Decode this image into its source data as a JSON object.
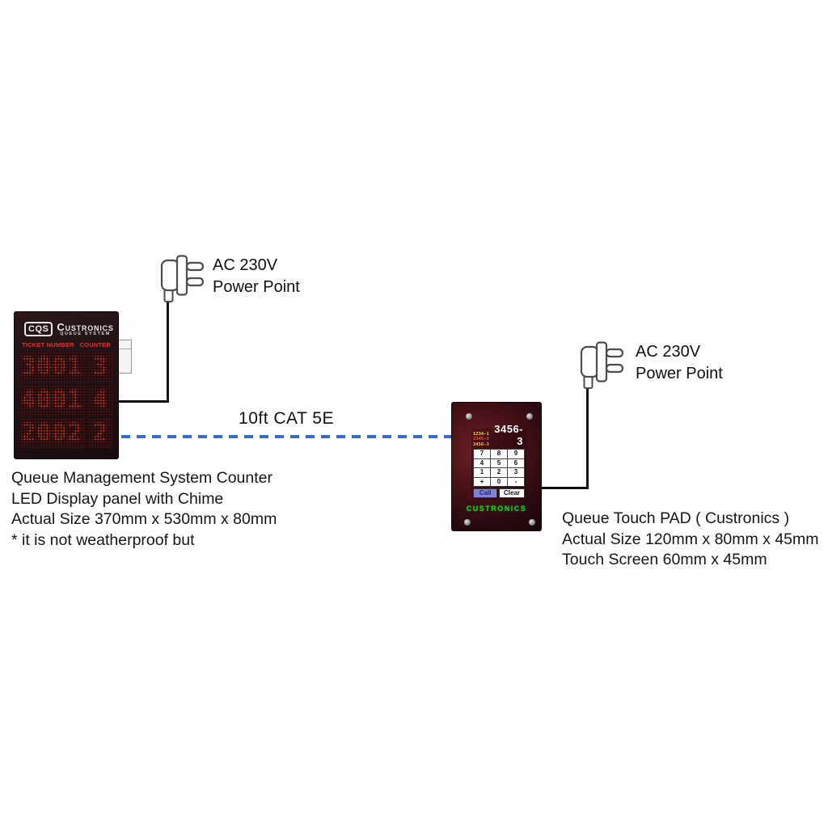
{
  "led_panel": {
    "logo": "CQS",
    "brand": "Custronics",
    "brand_subtitle": "QUEUE SYSTEM",
    "column_headers": [
      "TICKET NUMBER",
      "COUNTER"
    ],
    "rows": [
      {
        "ticket": "3001",
        "counter": "3"
      },
      {
        "ticket": "4001",
        "counter": "4"
      },
      {
        "ticket": "2002",
        "counter": "2"
      }
    ],
    "colors": {
      "led_red": "#ff2d1a",
      "body": "#201114"
    }
  },
  "touch_pad": {
    "queue_list": [
      "1234-1",
      "2345-2",
      "3456-3"
    ],
    "current_number": "3456-3",
    "keypad": [
      [
        "7",
        "8",
        "9"
      ],
      [
        "4",
        "5",
        "6"
      ],
      [
        "1",
        "2",
        "3"
      ],
      [
        "+",
        "0",
        "-"
      ]
    ],
    "call_label": "Call",
    "clear_label": "Clear",
    "brand": "CUSTRONICS",
    "colors": {
      "call_bg": "#8282de",
      "brand_green": "#2ecc2e"
    }
  },
  "power_left": {
    "line1": "AC 230V",
    "line2": "Power Point"
  },
  "power_right": {
    "line1": "AC 230V",
    "line2": "Power Point"
  },
  "cable": {
    "label": "10ft CAT 5E",
    "color": "#3a6bd0"
  },
  "left_caption": {
    "lines": [
      "Queue Management System Counter",
      "LED Display panel with Chime",
      "Actual Size 370mm x 530mm x 80mm",
      "* it is not weatherproof  but"
    ]
  },
  "right_caption": {
    "lines": [
      "Queue Touch PAD ( Custronics )",
      "Actual Size 120mm x 80mm x 45mm",
      "Touch Screen 60mm x 45mm"
    ]
  }
}
